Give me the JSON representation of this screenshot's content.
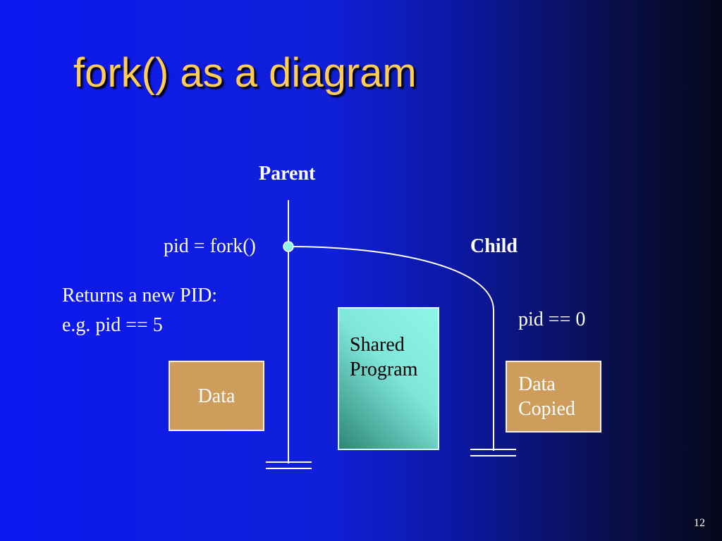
{
  "slide": {
    "title": "fork() as a diagram",
    "page_number": "12"
  },
  "diagram": {
    "parent_label": "Parent",
    "child_label": "Child",
    "fork_call": "pid = fork()",
    "parent_return_line1": "Returns a new PID:",
    "parent_return_line2": "e.g. pid == 5",
    "child_return": "pid == 0",
    "parent_data_box": "Data",
    "shared_box_line1": "Shared",
    "shared_box_line2": "Program",
    "child_data_line1": "Data",
    "child_data_line2": "Copied",
    "colors": {
      "title": "#ffcc55",
      "data_box": "#cf9d5b",
      "shared_box": "#8ff5e8",
      "fork_point": "#8ff5e8"
    }
  }
}
